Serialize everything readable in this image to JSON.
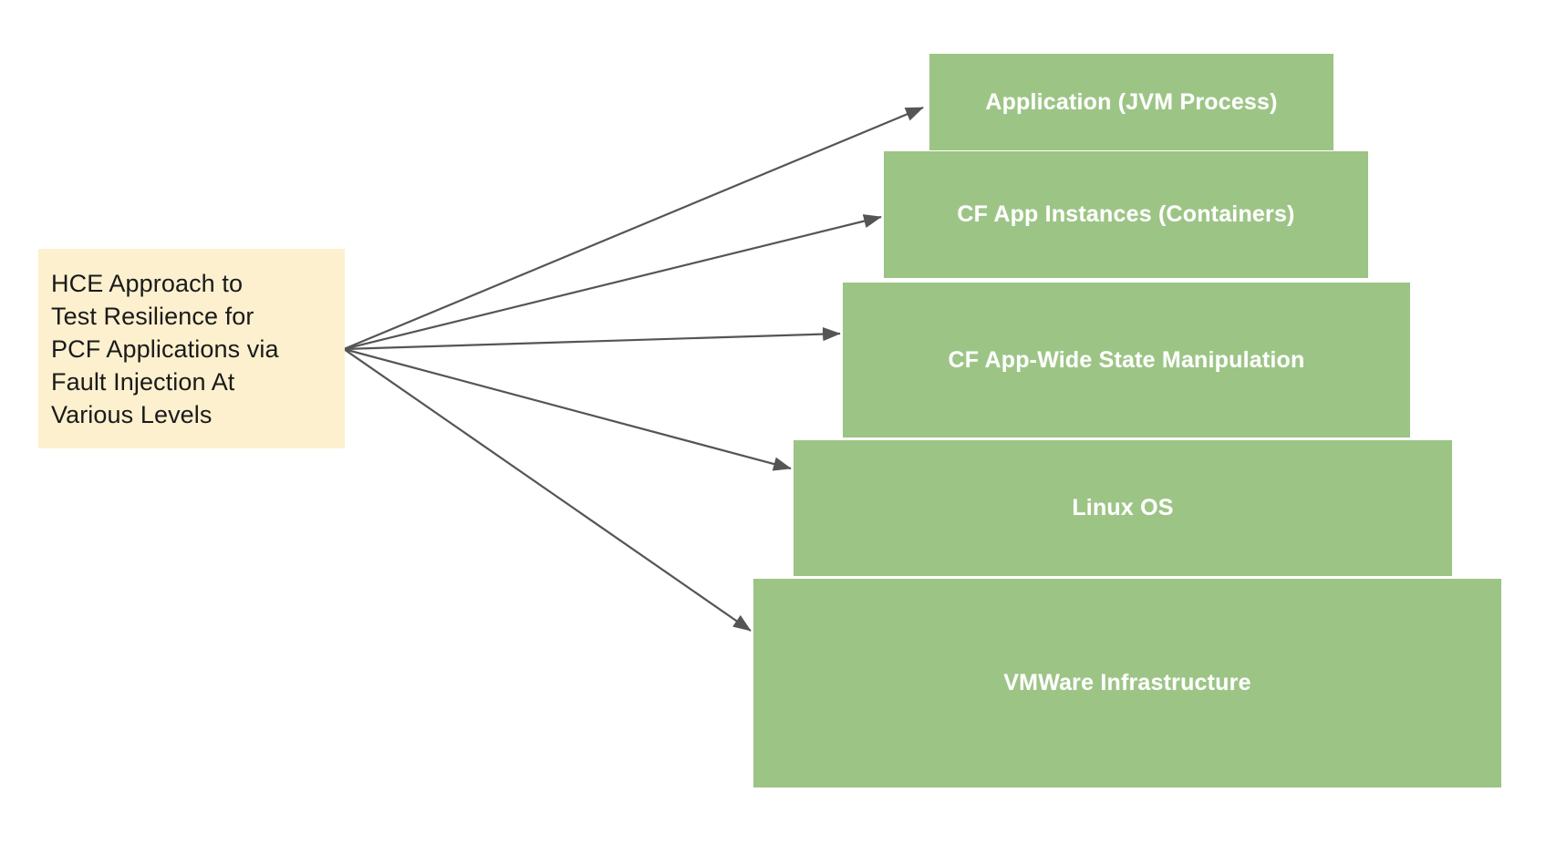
{
  "diagram": {
    "title": "HCE Approach to Test Resilience for PCF Applications via Fault Injection At Various Levels",
    "background_color": "#ffffff",
    "source_note": {
      "text": "HCE Approach to\nTest Resilience for\nPCF Applications via\nFault Injection At\nVarious Levels",
      "fill_color": "#fcf0ce",
      "text_color": "#1a1a1a"
    },
    "arrow_color": "#555555",
    "layers": [
      {
        "label": "Application (JVM Process)",
        "fill_color": "#9cc485",
        "text_color": "#ffffff"
      },
      {
        "label": "CF App Instances (Containers)",
        "fill_color": "#9cc485",
        "text_color": "#ffffff"
      },
      {
        "label": "CF App-Wide State Manipulation",
        "fill_color": "#9cc485",
        "text_color": "#ffffff"
      },
      {
        "label": "Linux OS",
        "fill_color": "#9cc485",
        "text_color": "#ffffff"
      },
      {
        "label": "VMWare Infrastructure",
        "fill_color": "#9cc485",
        "text_color": "#ffffff"
      }
    ]
  }
}
